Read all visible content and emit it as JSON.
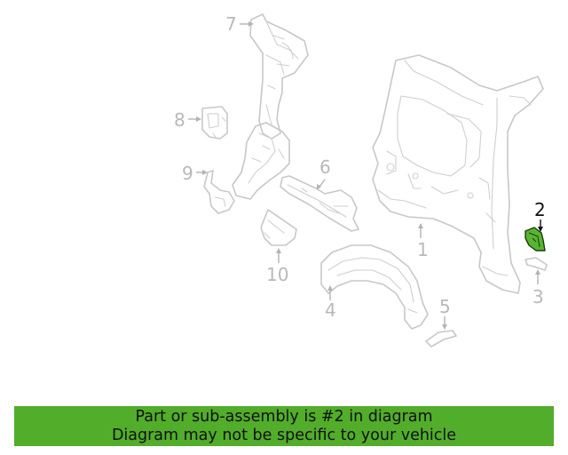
{
  "diagram": {
    "callouts": [
      "1",
      "2",
      "3",
      "4",
      "5",
      "6",
      "7",
      "8",
      "9",
      "10"
    ],
    "highlighted_callout": "2",
    "highlight_color": "#58b530"
  },
  "banner": {
    "line1": "Part or sub-assembly is #2 in diagram",
    "line2": "Diagram may not be specific to your vehicle",
    "background_color": "#52ad2a"
  }
}
